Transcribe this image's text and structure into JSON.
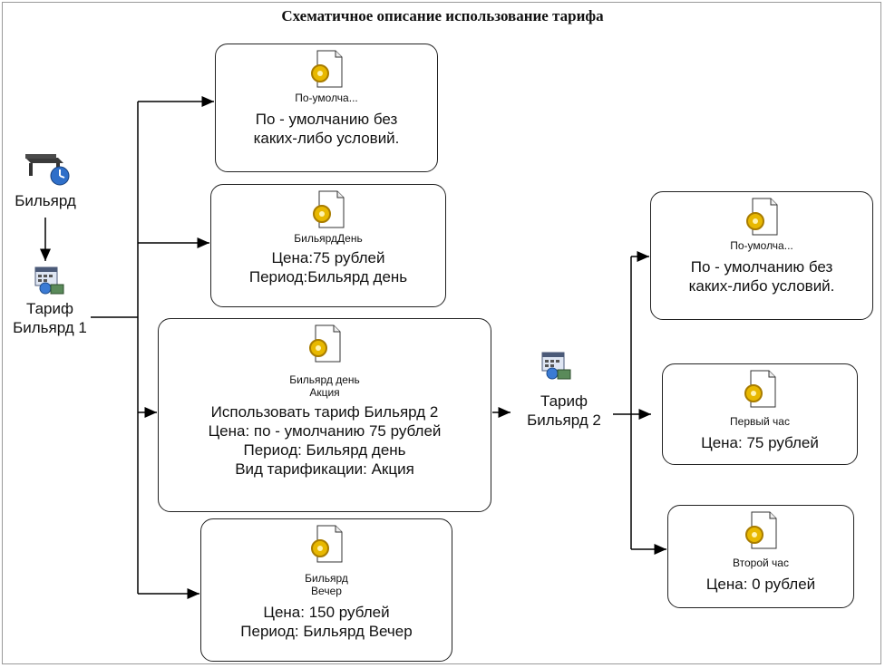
{
  "title": "Схематичное описание использование тарифа",
  "root": {
    "label": "Бильярд"
  },
  "tariff1": {
    "label": "Тариф\nБильярд 1"
  },
  "tariff2": {
    "label": "Тариф\nБильярд 2"
  },
  "boxes": [
    {
      "small": "По-умолча...",
      "big": "По - умолчанию без\nкаких-либо условий."
    },
    {
      "small": "БильярдДень",
      "big": "Цена:75 рублей\nПериод:Бильярд день"
    },
    {
      "small": "Бильярд день\nАкция",
      "big": "Использовать тариф Бильярд 2\nЦена: по - умолчанию 75 рублей\nПериод: Бильярд день\nВид тарификации: Акция"
    },
    {
      "small": "Бильярд\nВечер",
      "big": "Цена: 150 рублей\nПериод: Бильярд Вечер"
    },
    {
      "small": "По-умолча...",
      "big": "По - умолчанию без\nкаких-либо условий."
    },
    {
      "small": "Первый час",
      "big": "Цена: 75 рублей"
    },
    {
      "small": "Второй час",
      "big": "Цена: 0 рублей"
    }
  ],
  "icons": {
    "rule": "gear-document-icon",
    "root": "billiard-table-clock-icon",
    "tariff": "tariff-calendar-icon"
  },
  "colors": {
    "gear": "#e8b800",
    "line": "#000000",
    "border": "#222222"
  }
}
